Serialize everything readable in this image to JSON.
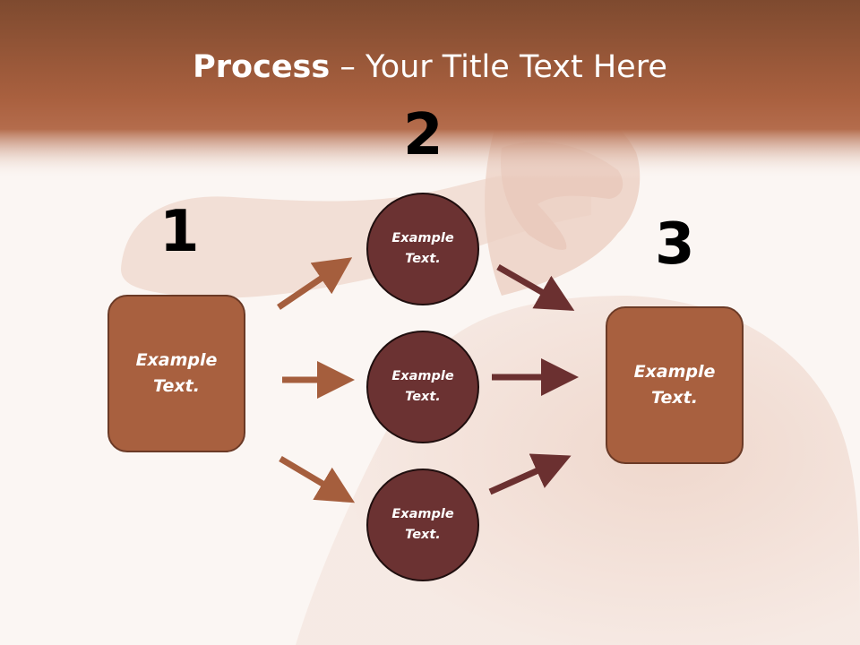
{
  "title": {
    "bold": "Process",
    "rest": " – Your Title Text Here"
  },
  "steps": [
    {
      "number": "1"
    },
    {
      "number": "2"
    },
    {
      "number": "3"
    }
  ],
  "left_box": {
    "line1": "Example",
    "line2": "Text."
  },
  "right_box": {
    "line1": "Example",
    "line2": "Text."
  },
  "circles": [
    {
      "line1": "Example",
      "line2": "Text."
    },
    {
      "line1": "Example",
      "line2": "Text."
    },
    {
      "line1": "Example",
      "line2": "Text."
    }
  ],
  "colors": {
    "header": "#a9603f",
    "box_fill": "#a8603f",
    "circle_fill": "#6b3232",
    "arrow_left": "#a55e3d",
    "arrow_right": "#6b3030"
  }
}
